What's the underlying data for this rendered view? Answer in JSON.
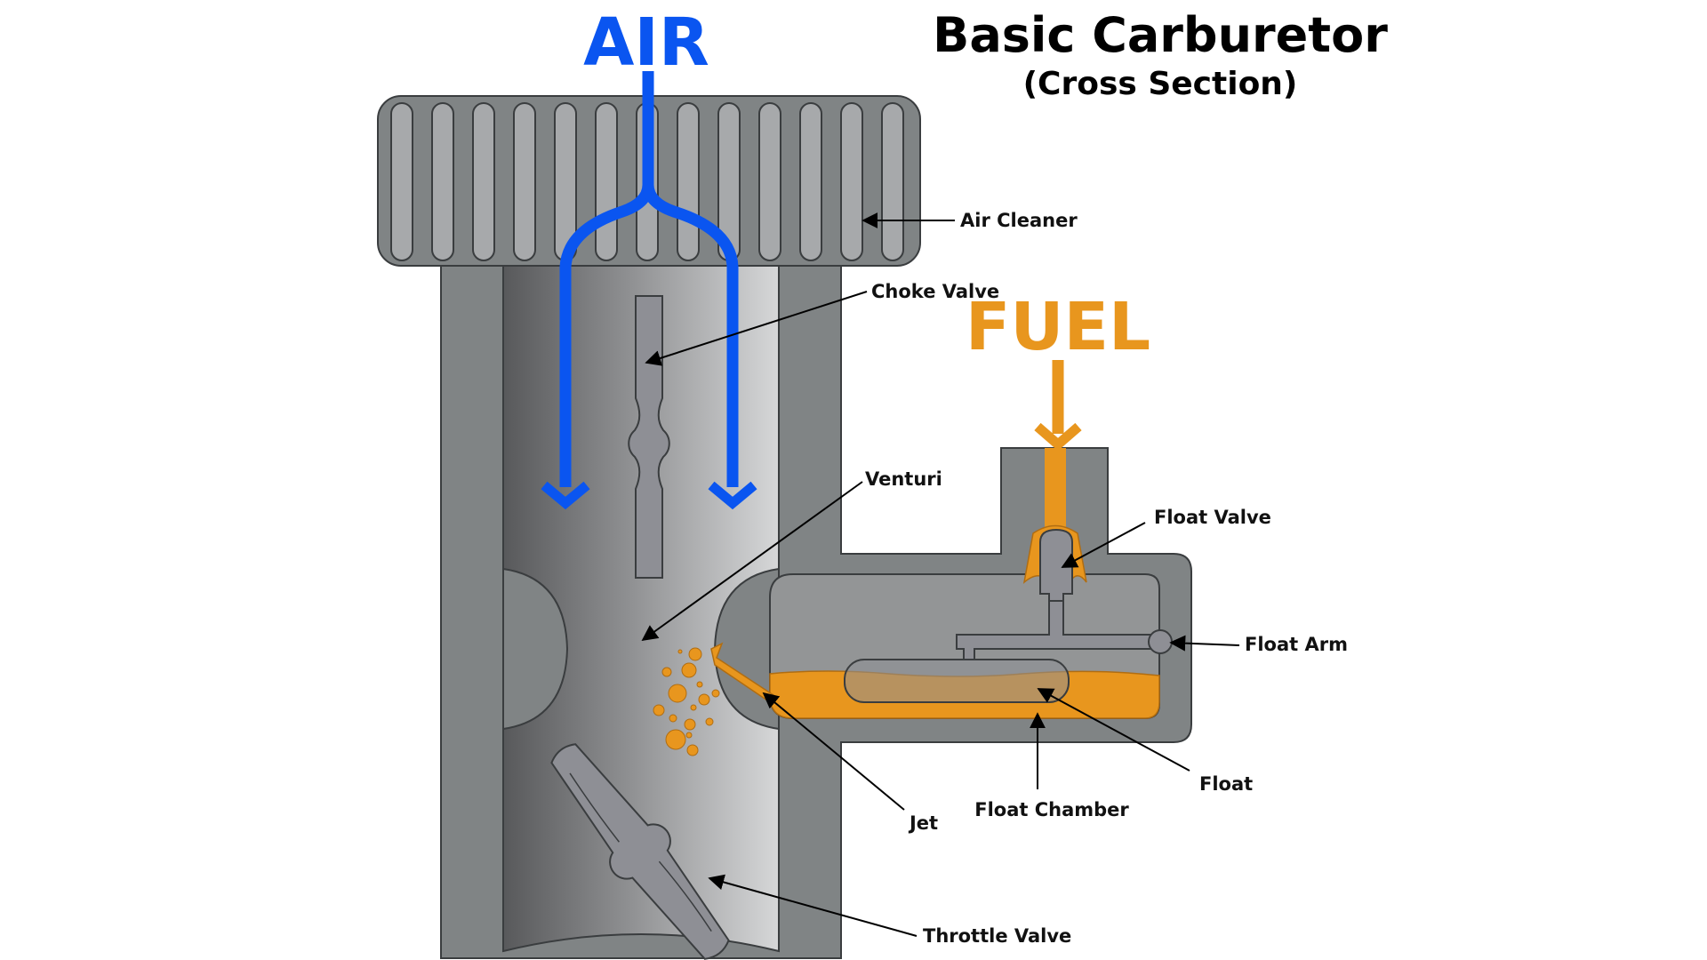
{
  "title": "Basic Carburetor",
  "subtitle": "(Cross Section)",
  "flows": {
    "air": "AIR",
    "fuel": "FUEL"
  },
  "labels": {
    "air_cleaner": "Air Cleaner",
    "choke_valve": "Choke Valve",
    "venturi": "Venturi",
    "float_valve": "Float Valve",
    "float_arm": "Float Arm",
    "float": "Float",
    "float_chamber": "Float Chamber",
    "jet": "Jet",
    "throttle_valve": "Throttle Valve"
  },
  "colors": {
    "air": "#0a55f0",
    "fuel": "#e8961e",
    "body": "#808485",
    "outline": "#3a3d3f",
    "slot": "#a7a9ab",
    "valve": "#8e8f95"
  }
}
